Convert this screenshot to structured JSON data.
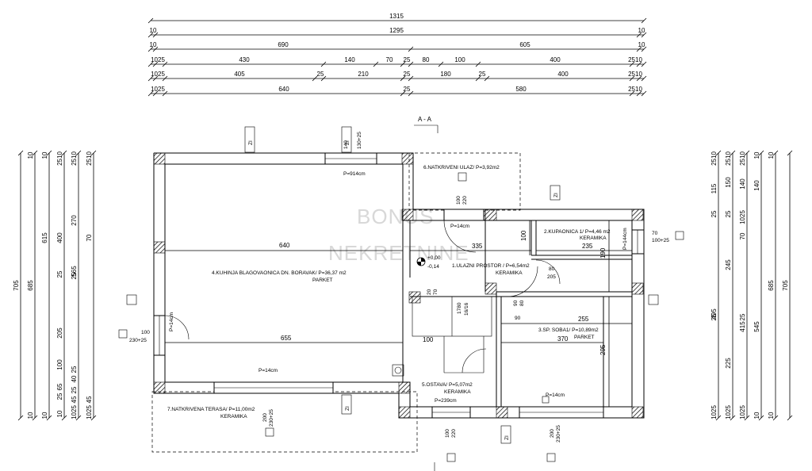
{
  "top_dimensions": [
    {
      "values": [
        "1315"
      ]
    },
    {
      "values": [
        "10",
        "1295",
        "10"
      ]
    },
    {
      "values": [
        "10",
        "690",
        "605",
        "10"
      ]
    },
    {
      "values": [
        "1025",
        "430",
        "140",
        "70",
        "25",
        "80",
        "100",
        "400",
        "2510"
      ]
    },
    {
      "values": [
        "1025",
        "405",
        "25",
        "210",
        "25",
        "180",
        "25",
        "400",
        "2510"
      ]
    },
    {
      "values": [
        "1025",
        "640",
        "25",
        "580",
        "2510"
      ]
    }
  ],
  "left_dimensions": [
    {
      "values": [
        "705"
      ]
    },
    {
      "values": [
        "10",
        "685",
        "10"
      ]
    },
    {
      "values": [
        "10",
        "615",
        "10"
      ]
    },
    {
      "values": [
        "2510",
        "400",
        "25",
        "205",
        "100",
        "65",
        "25",
        "10"
      ]
    },
    {
      "values": [
        "2510",
        "270",
        "25",
        "565",
        "25",
        "40",
        "25",
        "45",
        "1025"
      ]
    },
    {
      "values": [
        "2510",
        "70",
        "45",
        "1025"
      ]
    }
  ],
  "right_dimensions": [
    {
      "values": [
        "2510",
        "115",
        "25",
        "495",
        "25",
        "1025"
      ]
    },
    {
      "values": [
        "2510",
        "150",
        "25",
        "245",
        "225",
        "1025"
      ]
    },
    {
      "values": [
        "2510",
        "140",
        "1025",
        "70",
        "415",
        "25",
        "1025"
      ]
    },
    {
      "values": [
        "10",
        "140",
        "545",
        "10"
      ]
    },
    {
      "values": [
        "10",
        "685",
        "10"
      ]
    },
    {
      "values": [
        "705"
      ]
    }
  ],
  "rooms": {
    "kitchen": {
      "name": "4.KUHINJA BLAGOVAONICA DN. BORAVAK/ P=36,37 m2",
      "floor": "PARKET"
    },
    "bath": {
      "name": "2.KUPAONICA 1/ P=4,46 m2",
      "floor": "KERAMIKA"
    },
    "entry": {
      "name": "1.ULAZNI PROSTOR / P=6,54m2",
      "floor": "KERAMIKA"
    },
    "bedroom": {
      "name": "3.SP. SOBA1/ P=10,89m2",
      "floor": "PARKET"
    },
    "storage": {
      "name": "5.OSTAVA/ P=5,07m2",
      "floor": "KERAMIKA"
    },
    "covered_entry": {
      "name": "6.NATKRIVENI ULAZ/ P=3,92m2"
    },
    "terrace": {
      "name": "7.NATKRIVENA TERASA/ P=11,00m2",
      "floor": "KERAMIKA"
    }
  },
  "inner_dims": {
    "d640": "640",
    "d655": "655",
    "d335": "335",
    "d235": "235",
    "d255": "255",
    "d370": "370",
    "d190": "190",
    "d295": "295",
    "d100a": "100",
    "d100b": "100",
    "d80": "80",
    "d205": "205",
    "d90": "90",
    "d90b": "90",
    "d80b": "80"
  },
  "levels": {
    "main": "+0,00",
    "sub": "-0,14"
  },
  "section": "A - A",
  "openings": {
    "w_top": "P=914cm",
    "w_top_dim1": "140",
    "w_top_dim2": "130+25",
    "w_left": "P=14cm",
    "w_left_dim": "100",
    "w_left_dim2": "230+25",
    "door_entry": "P=14cm",
    "door_entry_dim1": "100",
    "door_entry_dim2": "220",
    "w_bath": "P=144cm",
    "w_bath_dim1": "70",
    "w_bath_dim2": "100+25",
    "w_bottom": "P=14cm",
    "w_bottom_dim1": "200",
    "w_bottom_dim2": "230+25",
    "w_storage": "P=239cm",
    "w_storage_dim1": "100",
    "w_storage_dim2": "220",
    "w_bed": "P=14cm",
    "w_bed_dim1": "200",
    "w_bed_dim2": "230+25",
    "tag": "ZI"
  },
  "stairs": {
    "dims": [
      "20",
      "70",
      "1780",
      "16/16",
      "100"
    ]
  },
  "watermark": [
    "BONUS",
    "NEKRETNINE"
  ]
}
